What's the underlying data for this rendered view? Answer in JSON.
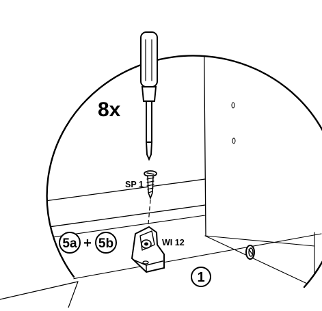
{
  "instruction": {
    "quantity_label": "8x",
    "screw_part_label": "SP 1",
    "bracket_part_label": "WI 12",
    "panel_label_a": "5a",
    "panel_label_b": "5b",
    "plus_sign": "+",
    "step_panel_label": "1",
    "tool": "screwdriver-icon",
    "screw": "screw-icon",
    "bracket": "corner-bracket-icon",
    "cam_fitting": "cam-lock-icon",
    "line_color": "#000000",
    "background_color": "#ffffff"
  }
}
